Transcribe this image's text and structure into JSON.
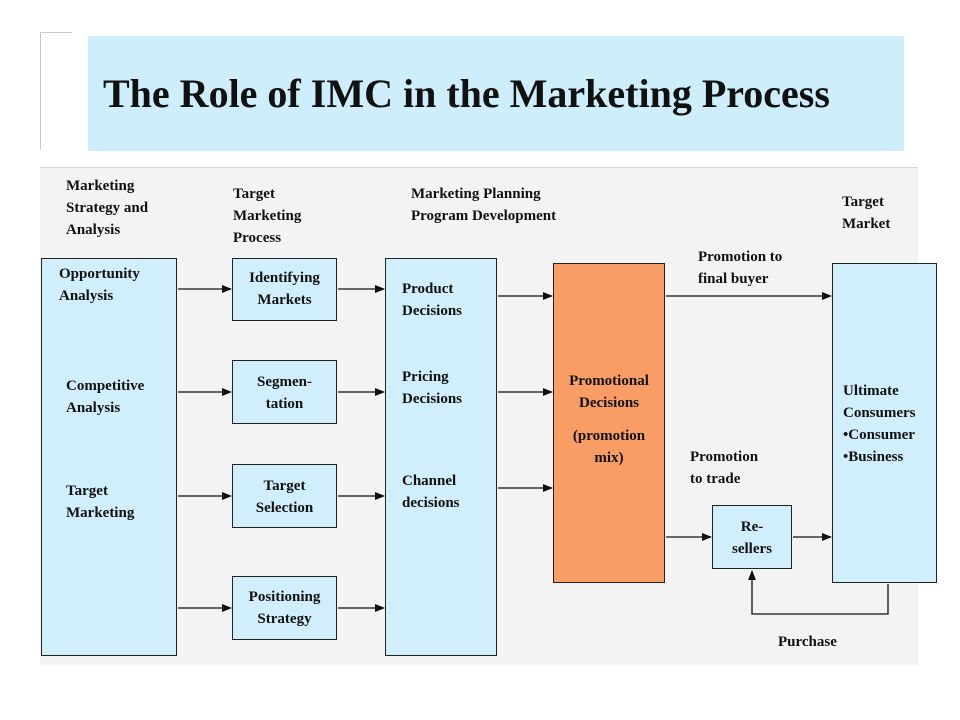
{
  "title": "The Role of IMC in the Marketing Process",
  "headers": {
    "strategy": [
      "Marketing",
      "Strategy and",
      "Analysis"
    ],
    "target_process": [
      "Target",
      "Marketing",
      "Process"
    ],
    "planning": [
      "Marketing Planning",
      "Program Development"
    ],
    "target_market": [
      "Target",
      "Market"
    ]
  },
  "analysis_box": {
    "items": [
      [
        "Opportunity",
        "Analysis"
      ],
      [
        "Competitive",
        "Analysis"
      ],
      [
        "Target",
        "Marketing"
      ]
    ]
  },
  "process_boxes": [
    [
      "Identifying",
      "Markets"
    ],
    [
      "Segmen-",
      "tation"
    ],
    [
      "Target",
      "Selection"
    ],
    [
      "Positioning",
      "Strategy"
    ]
  ],
  "planning_box": {
    "items": [
      [
        "Product",
        "Decisions"
      ],
      [
        "Pricing",
        "Decisions"
      ],
      [
        "Channel",
        "decisions"
      ]
    ]
  },
  "promo_box": [
    "Promotional",
    "Decisions",
    "(promotion",
    "mix)"
  ],
  "flows": {
    "final_buyer": [
      "Promotion to",
      "final buyer"
    ],
    "trade": [
      "Promotion",
      "to trade"
    ],
    "purchase": "Purchase"
  },
  "resellers": [
    "Re-",
    "sellers"
  ],
  "consumers": [
    "Ultimate",
    "Consumers",
    "•Consumer",
    "•Business"
  ]
}
